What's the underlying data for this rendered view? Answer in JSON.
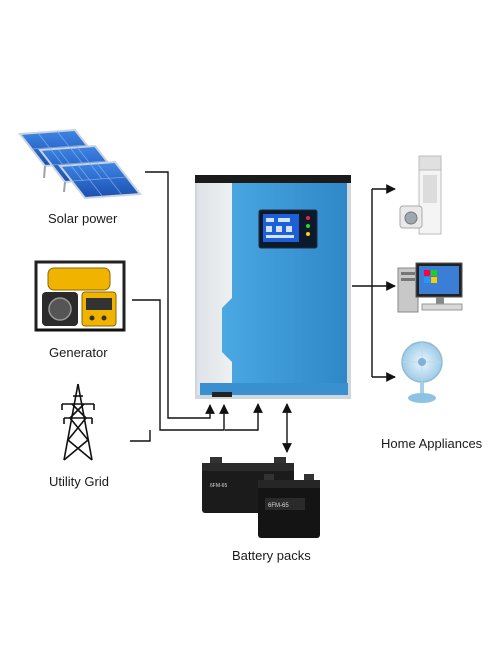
{
  "labels": {
    "solar": "Solar power",
    "generator": "Generator",
    "grid": "Utility Grid",
    "appliances": "Home Appliances",
    "battery": "Battery packs"
  },
  "battery_text": {
    "front_model": "6FM-65",
    "back_model": "6FM-65"
  },
  "colors": {
    "inverter_blue": "#3d9ad6",
    "inverter_white": "#f4f6f8",
    "panel_blue": "#2a6fd0",
    "generator_yellow": "#f0b400",
    "battery_black": "#1b1b1b",
    "lcd_blue": "#1f5fd6"
  },
  "icons": [
    "solar-panel-icon",
    "generator-icon",
    "pylon-icon",
    "inverter-icon",
    "air-conditioner-icon",
    "computer-icon",
    "fan-icon",
    "battery-icon"
  ]
}
